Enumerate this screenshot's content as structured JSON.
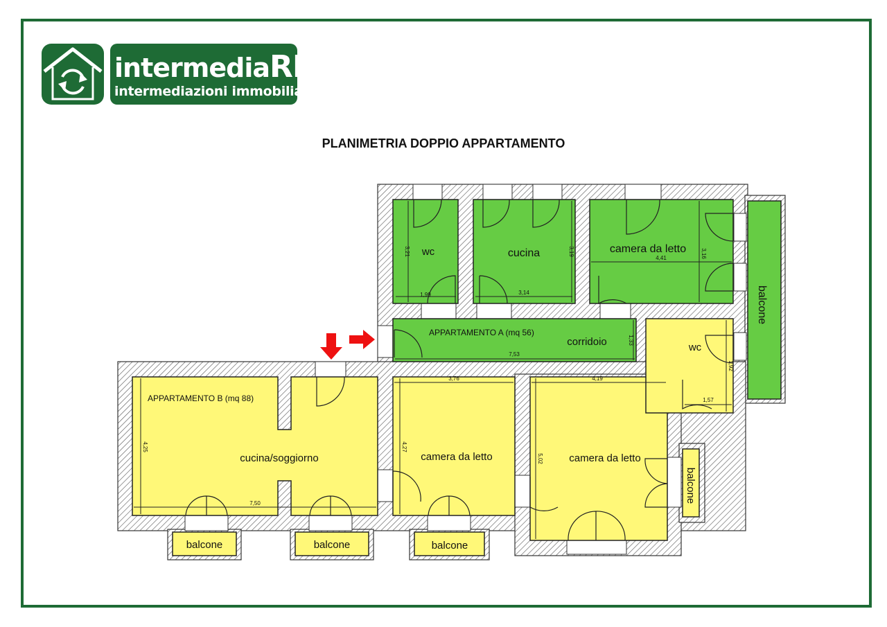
{
  "brand": {
    "name_prefix": "intermedia",
    "name_suffix": "RE",
    "tagline": "intermediazioni immobiliari",
    "color": "#1e6b35"
  },
  "title": "PLANIMETRIA DOPPIO APPARTAMENTO",
  "colors": {
    "apartment_a": "#66cc44",
    "apartment_b": "#fff878",
    "arrow": "#ee1111"
  },
  "apartment_a": {
    "label": "APPARTAMENTO A (mq 56)",
    "rooms": {
      "wc": {
        "name": "wc",
        "height": "3,21",
        "width": "1,99"
      },
      "cucina": {
        "name": "cucina",
        "height": "3,19",
        "width": "3,14"
      },
      "camera": {
        "name": "camera da letto",
        "height": "3,16",
        "width": "4,41"
      },
      "balcone": {
        "name": "balcone"
      },
      "corridoio": {
        "name": "corridoio",
        "height": "1,33",
        "width": "7,53"
      }
    }
  },
  "apartment_b": {
    "label": "APPARTAMENTO B (mq 88)",
    "rooms": {
      "soggiorno": {
        "name": "cucina/soggiorno",
        "height": "4,25",
        "width": "7,50"
      },
      "camera1": {
        "name": "camera da letto",
        "height": "4,27",
        "width": "3,76"
      },
      "camera2": {
        "name": "camera da letto",
        "height": "5,02",
        "width": "4,19"
      },
      "wc": {
        "name": "wc",
        "height": "1,92",
        "width": "1,57"
      },
      "balcone_side": {
        "name": "balcone"
      },
      "balconi": [
        "balcone",
        "balcone",
        "balcone"
      ]
    }
  }
}
